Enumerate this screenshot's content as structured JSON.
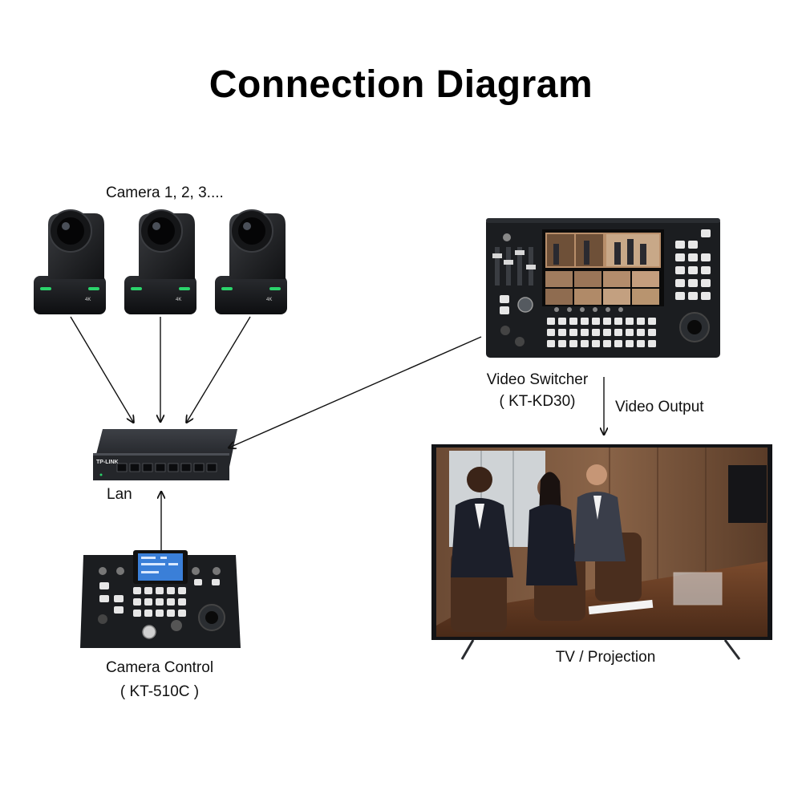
{
  "title": "Connection Diagram",
  "cameras": {
    "label": "Camera 1, 2, 3....",
    "badge": "4K",
    "count": 3
  },
  "switch": {
    "label": "Lan",
    "brand": "TP-LINK"
  },
  "video_switcher": {
    "name": "Video Switcher",
    "model": "( KT-KD30)"
  },
  "video_output": {
    "label": "Video Output"
  },
  "camera_control": {
    "name": "Camera Control",
    "model": "( KT-510C )"
  },
  "display": {
    "label": "TV / Projection"
  },
  "colors": {
    "device_body": "#1b1d20",
    "led_green": "#2bd36b",
    "screen_blue": "#3a7fd8",
    "arrow": "#111111"
  }
}
